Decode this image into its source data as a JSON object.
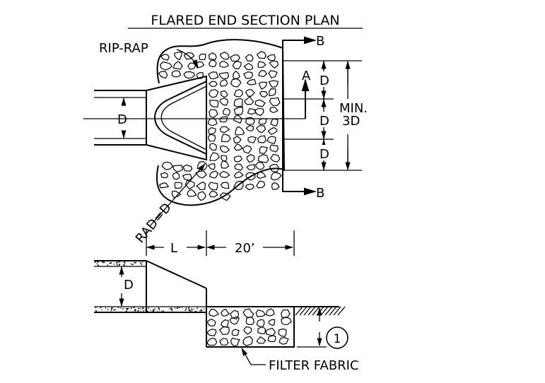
{
  "drawing": {
    "title": "FLARED END SECTION PLAN",
    "riprap_label": "RIP-RAP",
    "section_marker": "B",
    "section_marker_bottom": "B",
    "arrow_a_label": "A",
    "dim_d_label": "D",
    "dim_min_label_line1": "MIN.",
    "dim_min_label_line2": "3D",
    "radius_label": "RAD=D",
    "length_label": "L",
    "length_20_label": "20’",
    "pipe_d_label": "D",
    "profile_d_label": "D",
    "note_number": "1",
    "filter_fabric_label": "FILTER FABRIC"
  }
}
